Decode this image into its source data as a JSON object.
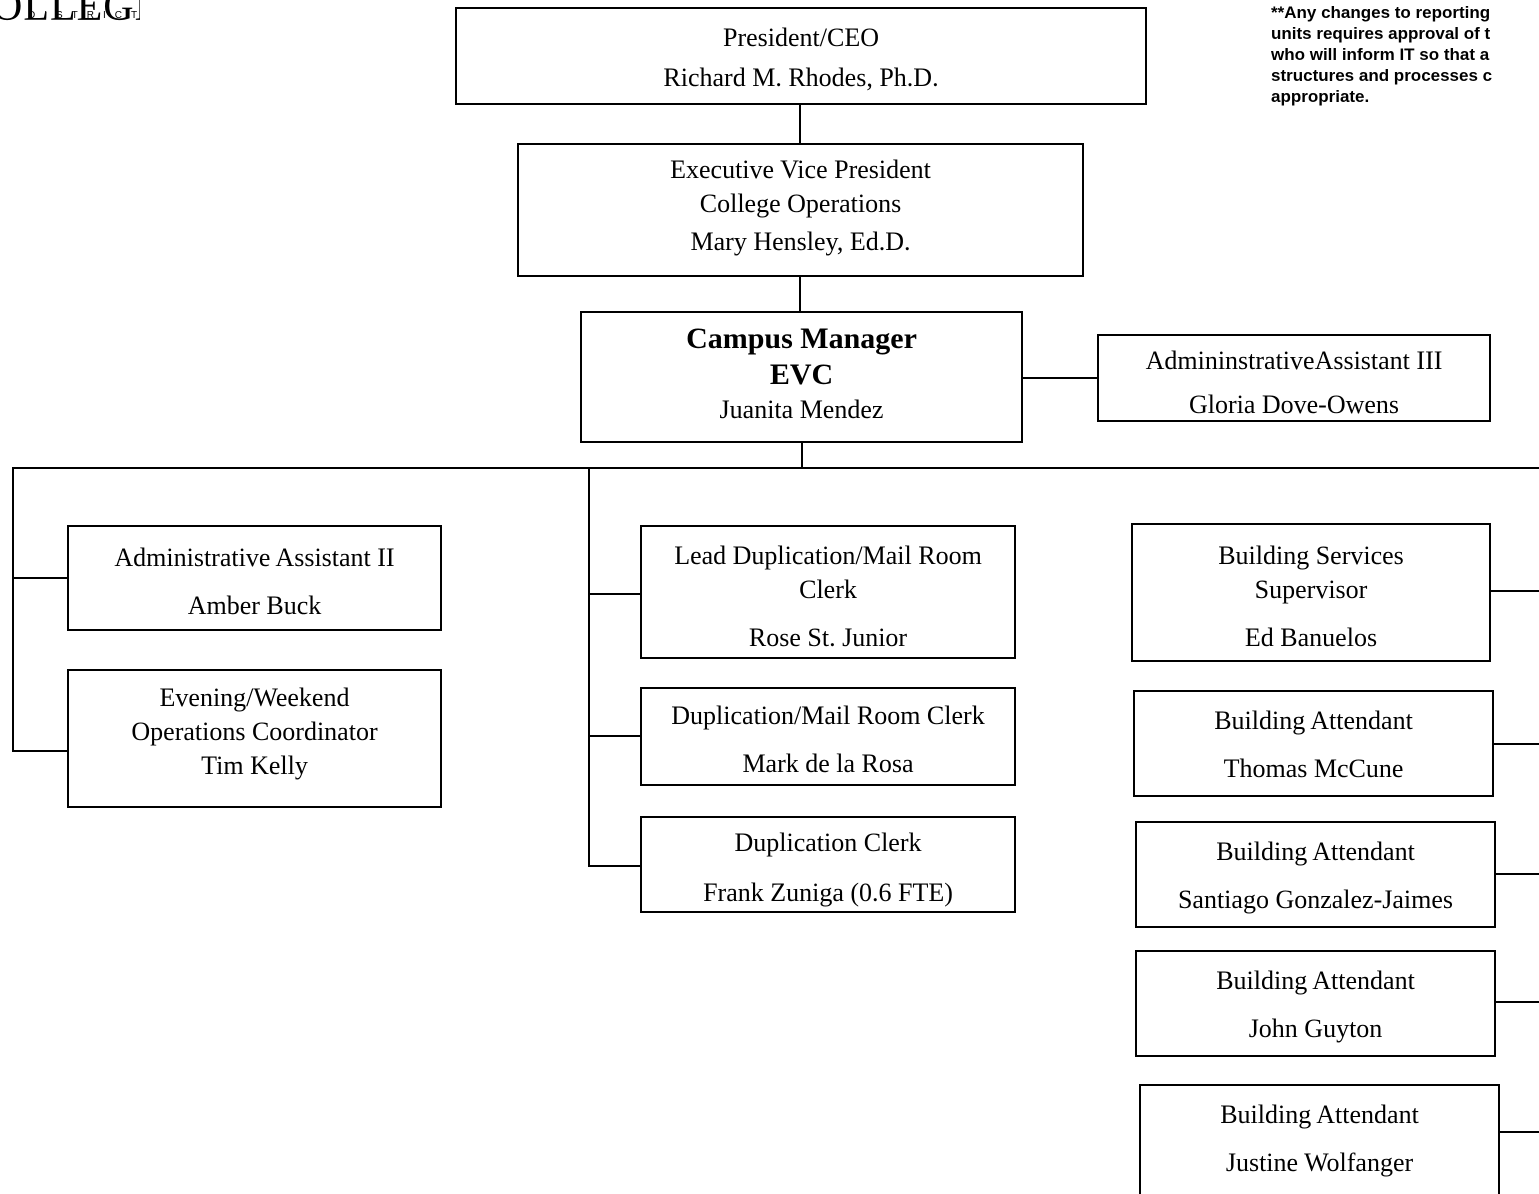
{
  "logo": {
    "word": "OLLEGE",
    "sub": "DISTRICT"
  },
  "note": "**Any changes to reporting\nunits requires approval of t\nwho will inform IT so that a\nstructures and processes c\nappropriate.",
  "president": {
    "title": "President/CEO",
    "name": "Richard M. Rhodes, Ph.D."
  },
  "evp": {
    "title": "Executive Vice President\nCollege Operations",
    "name": "Mary Hensley, Ed.D."
  },
  "manager": {
    "title": "Campus Manager\nEVC",
    "name": "Juanita Mendez"
  },
  "admin3": {
    "title": "AdmininstrativeAssistant III",
    "name": "Gloria Dove-Owens"
  },
  "admin2": {
    "title": "Administrative Assistant II",
    "name": "Amber Buck"
  },
  "evening": {
    "title": "Evening/Weekend\nOperations Coordinator",
    "name": "Tim Kelly"
  },
  "lead_dup": {
    "title": "Lead Duplication/Mail Room\nClerk",
    "name": "Rose St. Junior"
  },
  "dup_mail": {
    "title": "Duplication/Mail Room Clerk",
    "name": "Mark de la Rosa"
  },
  "dup_clerk": {
    "title": "Duplication Clerk",
    "name": "Frank Zuniga (0.6 FTE)"
  },
  "bss": {
    "title": "Building Services\nSupervisor",
    "name": "Ed Banuelos"
  },
  "ba1": {
    "title": "Building Attendant",
    "name": "Thomas McCune"
  },
  "ba2": {
    "title": "Building Attendant",
    "name": "Santiago Gonzalez-Jaimes"
  },
  "ba3": {
    "title": "Building Attendant",
    "name": "John Guyton"
  },
  "ba4": {
    "title": "Building Attendant",
    "name": "Justine Wolfanger"
  }
}
